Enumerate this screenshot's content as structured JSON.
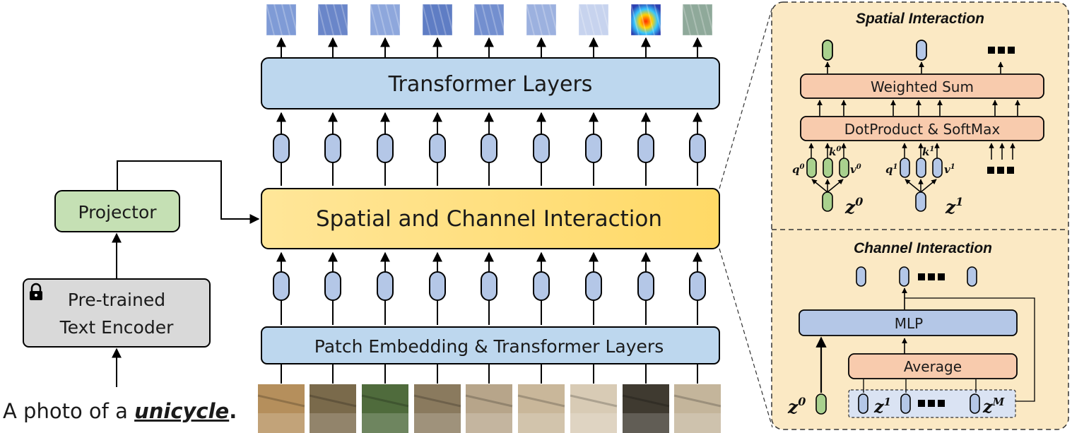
{
  "left": {
    "caption_prefix": "A photo of a ",
    "caption_word": "unicycle",
    "caption_suffix": ".",
    "encoder_line1": "Pre-trained",
    "encoder_line2": "Text Encoder",
    "projector": "Projector",
    "lock_icon": "lock-icon"
  },
  "center": {
    "transformer_layers": "Transformer Layers",
    "interaction": "Spatial and Channel Interaction",
    "patch_embedding": "Patch Embedding & Transformer Layers"
  },
  "spatial": {
    "title": "Spatial Interaction",
    "weighted_sum": "Weighted Sum",
    "dotproduct": "DotProduct & SoftMax",
    "q0": "q",
    "k0": "k",
    "v0": "v",
    "sup0": "0",
    "q1": "q",
    "k1": "k",
    "v1": "v",
    "sup1": "1",
    "z0": "z",
    "z0_sup": "0",
    "z1": "z",
    "z1_sup": "1"
  },
  "channel": {
    "title": "Channel Interaction",
    "mlp": "MLP",
    "average": "Average",
    "z0": "z",
    "z0_sup": "0",
    "z1": "z",
    "z1_sup": "1",
    "zM": "z",
    "zM_sup": "M"
  },
  "colors": {
    "token_blue": "#b4c7e7",
    "token_green": "#a9d18e",
    "layer_blue": "#bdd7ee",
    "interaction_yellow": "#ffe699",
    "projector_green": "#c5e0b4",
    "encoder_gray": "#d9d9d9",
    "salmon": "#f8cbad",
    "panel_bg": "#fbe9c4"
  }
}
